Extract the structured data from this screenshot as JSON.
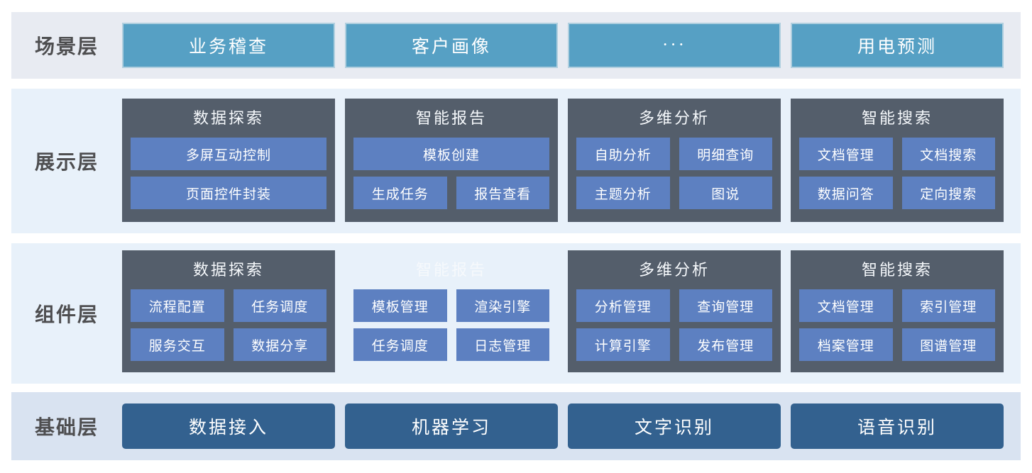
{
  "colors": {
    "scenario_accent": "#56a0c4",
    "panel_dark": "#545e6b",
    "panel_button_blue": "#5d80c1",
    "foundation_blue": "#33618f",
    "row_scenario_bg": "#e8ebf2",
    "row_middle_bg": "#e8f1fa",
    "row_foundation_bg": "#d9e3f1",
    "label_color": "#4e4e50"
  },
  "layers": {
    "scenario": {
      "label": "场景层",
      "items": [
        "业务稽查",
        "客户画像",
        "···",
        "用电预测"
      ]
    },
    "presentation": {
      "label": "展示层",
      "panels": [
        {
          "title": "数据探索",
          "buttons": [
            "多屏互动控制",
            "页面控件封装"
          ]
        },
        {
          "title": "智能报告",
          "buttons": [
            "模板创建",
            "生成任务",
            "报告查看"
          ]
        },
        {
          "title": "多维分析",
          "buttons": [
            "自助分析",
            "明细查询",
            "主题分析",
            "图说"
          ]
        },
        {
          "title": "智能搜索",
          "buttons": [
            "文档管理",
            "文档搜索",
            "数据问答",
            "定向搜索"
          ]
        }
      ]
    },
    "component": {
      "label": "组件层",
      "panels": [
        {
          "title": "数据探索",
          "buttons": [
            "流程配置",
            "任务调度",
            "服务交互",
            "数据分享"
          ]
        },
        {
          "title": "智能报告",
          "buttons": [
            "模板管理",
            "渲染引擎",
            "任务调度",
            "日志管理"
          ]
        },
        {
          "title": "多维分析",
          "buttons": [
            "分析管理",
            "查询管理",
            "计算引擎",
            "发布管理"
          ]
        },
        {
          "title": "智能搜索",
          "buttons": [
            "文档管理",
            "索引管理",
            "档案管理",
            "图谱管理"
          ]
        }
      ]
    },
    "foundation": {
      "label": "基础层",
      "items": [
        "数据接入",
        "机器学习",
        "文字识别",
        "语音识别"
      ]
    }
  }
}
